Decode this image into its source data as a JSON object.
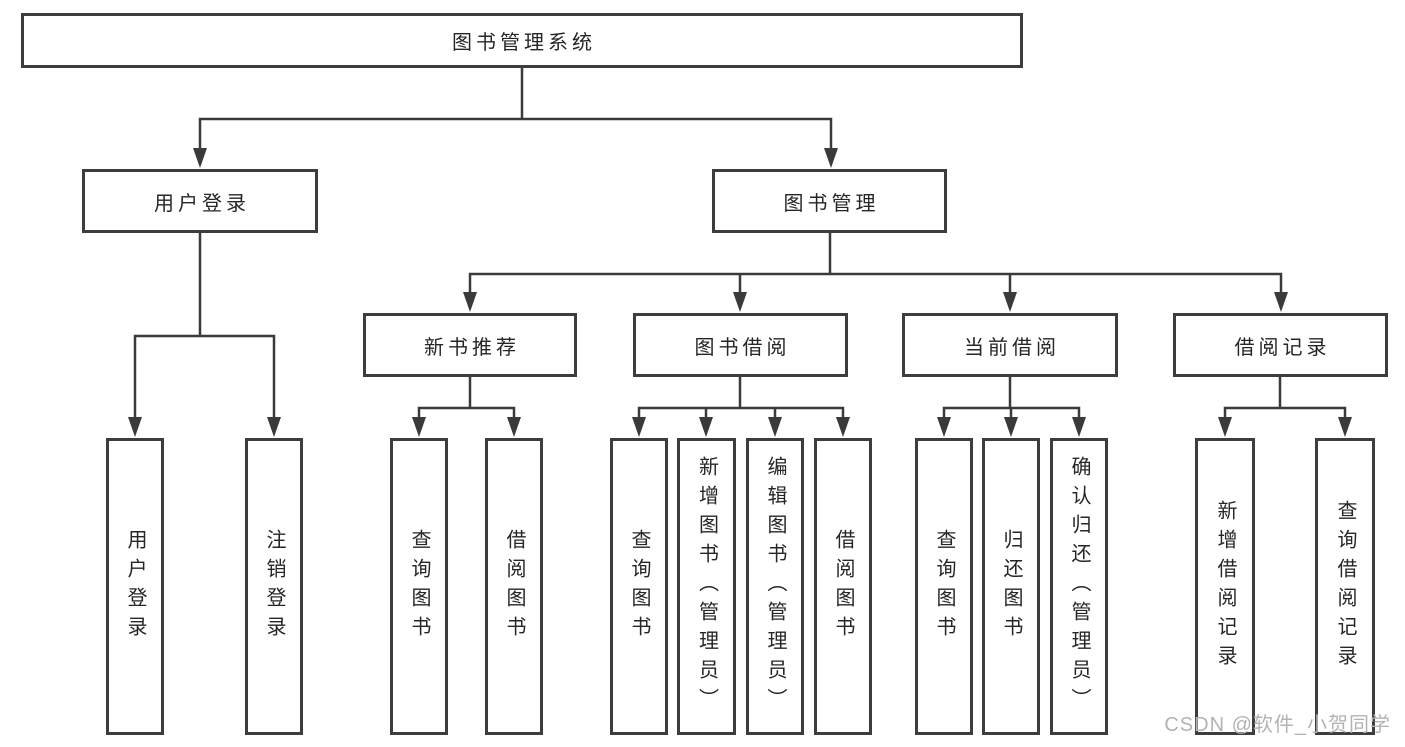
{
  "colors": {
    "bg": "#ffffff",
    "line": "#3a3a3a",
    "border": "#3d3d3d",
    "fill": "#ffffff",
    "text": "#262626",
    "watermark": "#b3b3b3"
  },
  "watermark": "CSDN @软件_小贺同学",
  "tree": {
    "label": "图书管理系统",
    "children": [
      {
        "label": "用户登录",
        "children": [
          {
            "label": "用户登录"
          },
          {
            "label": "注销登录"
          }
        ]
      },
      {
        "label": "图书管理",
        "children": [
          {
            "label": "新书推荐",
            "children": [
              {
                "label": "查询图书"
              },
              {
                "label": "借阅图书"
              }
            ]
          },
          {
            "label": "图书借阅",
            "children": [
              {
                "label": "查询图书"
              },
              {
                "label": "新增图书（管理员）"
              },
              {
                "label": "编辑图书（管理员）"
              },
              {
                "label": "借阅图书"
              }
            ]
          },
          {
            "label": "当前借阅",
            "children": [
              {
                "label": "查询图书"
              },
              {
                "label": "归还图书"
              },
              {
                "label": "确认归还（管理员）"
              }
            ]
          },
          {
            "label": "借阅记录",
            "children": [
              {
                "label": "新增借阅记录"
              },
              {
                "label": "查询借阅记录"
              }
            ]
          }
        ]
      }
    ]
  }
}
